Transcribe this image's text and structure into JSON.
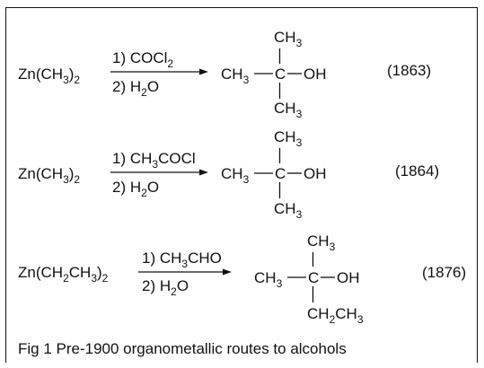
{
  "caption": "Fig 1 Pre-1900 organometallic routes to alcohols",
  "reactions": [
    {
      "reactant": [
        "Zn(CH",
        "3",
        ")",
        "2"
      ],
      "step1": [
        "1) COCl",
        "2",
        ""
      ],
      "step2": [
        "2) H",
        "2",
        "O"
      ],
      "product": {
        "left": [
          "CH",
          "3"
        ],
        "top": [
          "CH",
          "3"
        ],
        "bottom": [
          "CH",
          "3"
        ],
        "center": "C",
        "right": "OH"
      },
      "year": "(1863)"
    },
    {
      "reactant": [
        "Zn(CH",
        "3",
        ")",
        "2"
      ],
      "step1": [
        "1) CH",
        "3",
        "COCl"
      ],
      "step2": [
        "2) H",
        "2",
        "O"
      ],
      "product": {
        "left": [
          "CH",
          "3"
        ],
        "top": [
          "CH",
          "3"
        ],
        "bottom": [
          "CH",
          "3"
        ],
        "center": "C",
        "right": "OH"
      },
      "year": "(1864)"
    },
    {
      "reactant": [
        "Zn(CH",
        "2",
        "CH",
        "3",
        ")",
        "2"
      ],
      "step1": [
        "1) CH",
        "3",
        "CHO"
      ],
      "step2": [
        "2) H",
        "2",
        "O"
      ],
      "product": {
        "left": [
          "CH",
          "3"
        ],
        "top": [
          "CH",
          "3"
        ],
        "bottom": [
          "CH",
          "2",
          "CH",
          "3"
        ],
        "center": "C",
        "right": "OH"
      },
      "year": "(1876)"
    }
  ]
}
